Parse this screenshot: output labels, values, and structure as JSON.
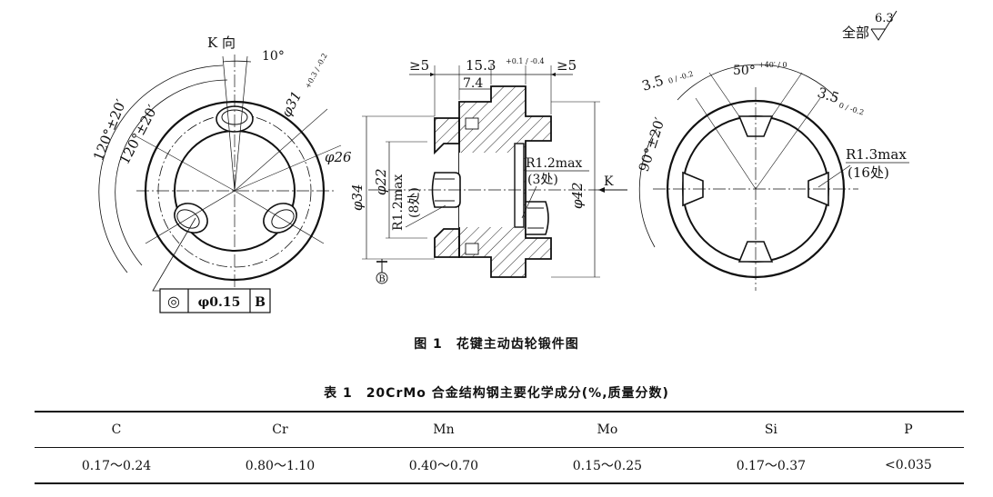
{
  "drawing": {
    "left_view": {
      "title": "K 向",
      "angle_10": "10°",
      "angle_outer": "120°±20′",
      "angle_inner": "120°±20′",
      "dia_31": "φ31",
      "dia_31_tol": "+0.3 / -0.2",
      "dia_26": "φ26",
      "fcf_symbol": "◎",
      "fcf_tolerance": "φ0.15",
      "fcf_datum": "B"
    },
    "section_view": {
      "dim_ge5_left": "≥5",
      "dim_15_3": "15.3",
      "dim_15_3_tol": "+0.1 / -0.4",
      "dim_ge5_right": "≥5",
      "dim_7_4": "7.4",
      "dia_34": "φ34",
      "dia_22": "φ22",
      "r_left": "R1.2max",
      "r_left_count": "(8处)",
      "r_right": "R1.2max",
      "r_right_count": "(3处)",
      "dia_42": "φ42",
      "view_arrow": "K",
      "datum": "B"
    },
    "right_view": {
      "roughness_label": "全部",
      "roughness_value": "6.3",
      "dim_3_5_left": "3.5",
      "dim_3_5_left_tol": "0 / -0.2",
      "angle_50": "50°",
      "angle_50_tol": "+40′ / 0",
      "dim_3_5_right": "3.5",
      "dim_3_5_right_tol": "0 / -0.2",
      "angle_90": "90°±20′",
      "r_note": "R1.3max",
      "r_count": "(16处)"
    }
  },
  "figure_caption": "图 1　花键主动齿轮锻件图",
  "table_caption": "表 1　20CrMo 合金结构钢主要化学成分(%,质量分数)",
  "table": {
    "headers": [
      "C",
      "Cr",
      "Mn",
      "Mo",
      "Si",
      "P"
    ],
    "rows": [
      [
        "0.17～0.24",
        "0.80～1.10",
        "0.40～0.70",
        "0.15～0.25",
        "0.17～0.37",
        "<0.035"
      ]
    ]
  }
}
